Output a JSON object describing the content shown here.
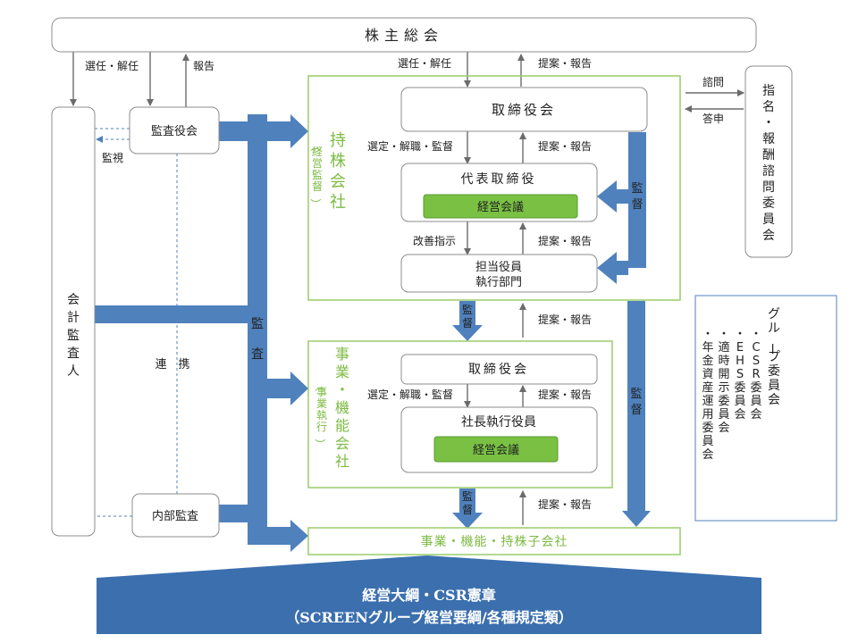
{
  "shareholders_meeting": "株主総会",
  "edges": {
    "appoint_dismiss_auditors": "選任・解任",
    "report_from_auditors": "報告",
    "appoint_dismiss_board": "選任・解任",
    "propose_report_to_sh": "提案・報告",
    "consult": "諮問",
    "answer": "答申",
    "monitor_auditor": "監視",
    "select_dismiss_supervise_1": "選定・解職・監督",
    "propose_report_1": "提案・報告",
    "improve_instruct": "改善指示",
    "propose_report_2": "提案・報告",
    "propose_report_3": "提案・報告",
    "select_dismiss_supervise_2": "選定・解職・監督",
    "propose_report_4": "提案・報告",
    "propose_report_5": "提案・報告",
    "cooperation": "連　携",
    "audit_label": "監査",
    "supervise_right": "監督",
    "supervise_hold_to_op": "監督",
    "supervise_op_to_sub": "監督",
    "supervise_long": "監督"
  },
  "nomination_committee": "指名・報酬諮問委員会",
  "auditor_board": "監査役会",
  "accounting_auditor": "会計監査人",
  "internal_audit": "内部監査",
  "holding": {
    "title": "持株会社",
    "subtitle": "（経営監督）",
    "board": "取締役会",
    "rep_director": "代表取締役",
    "mgmt_meeting": "経営会議",
    "officers_line1": "担当役員",
    "officers_line2": "執行部門"
  },
  "operating": {
    "title": "事業・機能会社",
    "subtitle": "（事業執行）",
    "board": "取締役会",
    "president": "社長執行役員",
    "mgmt_meeting": "経営会議"
  },
  "subsidiaries": "事業・機能・持株子会社",
  "group_committees": {
    "title": "グループ委員会",
    "items": [
      "・CSR委員会",
      "・EHS委員会",
      "・適時開示委員会",
      "・年金資産運用委員会"
    ]
  },
  "footer": {
    "line1": "経営大綱・CSR憲章",
    "line2": "（SCREENグループ経営要綱/各種規定類）"
  },
  "colors": {
    "arrow_blue": "#4f81bd",
    "green_line": "#9bcc6a",
    "green_fill": "#7ac143",
    "green_text": "#7dbb42",
    "footer_blue": "#3b6fae",
    "gray_line": "#8c8c8c"
  }
}
